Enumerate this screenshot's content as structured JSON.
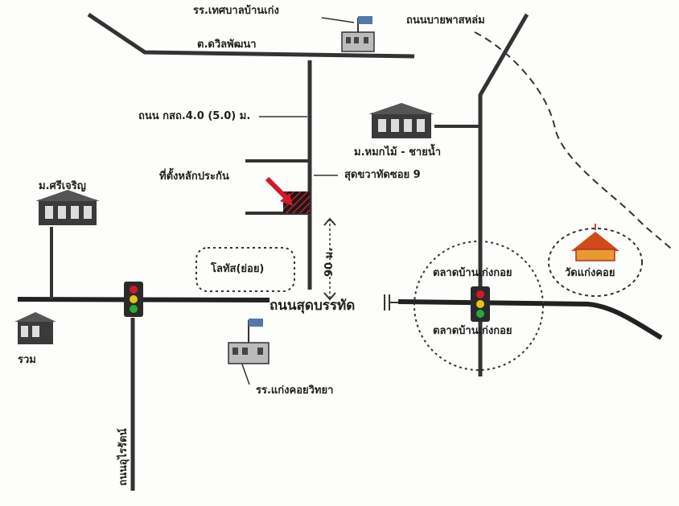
{
  "map": {
    "labels": {
      "school_top": "รร.เทศบาลบ้านเก่ง",
      "road_right_top": "ถนนบายพาสหล่ม",
      "community_top": "ต.ดวิลพัฒนา",
      "road_side": "ถนน กสถ.4.0 (5.0) ม.",
      "village_right": "ม.หมกไม้ - ชายน้ำ",
      "village_left": "ม.ศรีเจริญ",
      "location_pin": "ที่ตั้งหลักประกัน",
      "next_to": "สุดขวาทัดซอย 9",
      "lotus": "โลทัส(ย่อย)",
      "distance": "90 ม.",
      "main_road": "ถนนสุดบรรทัด",
      "market_top": "ตลาดบ้านเก่งกอย",
      "market_bottom": "ตลาดบ้านเก่งกอย",
      "temple": "วัดแก่งคอย",
      "school_bottom": "รร.แก่งคอยวิทยา",
      "left_building": "รวม",
      "road_vertical_left": "ถนนอุไรรัตน์"
    },
    "icons": [
      "school-icon",
      "house-icon",
      "traffic-light-icon",
      "temple-icon",
      "location-arrow-icon"
    ],
    "colors": {
      "road": "#333333",
      "main_road": "#1b1b1b",
      "highlight": "#d11a2a",
      "temple": "#e89a2e",
      "house": "#3a3a3a"
    }
  }
}
